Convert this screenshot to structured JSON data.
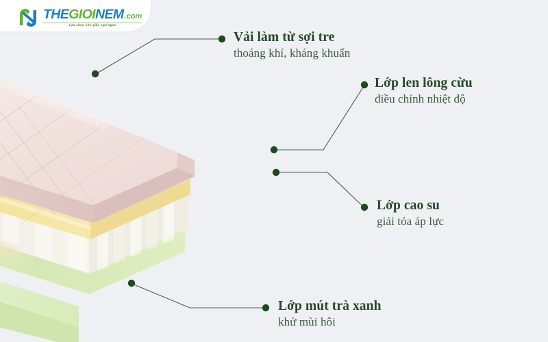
{
  "brand": {
    "mark_name": "thegioinem-n-logo",
    "word_the": "THEGIOI",
    "word_the_part1": "THE",
    "word_gioi": "GIOI",
    "word_nem": "NEM",
    "word_com": ".com",
    "tagline": "Lựa chọn cho giấc ngủ ngon",
    "green": "#5cb531",
    "blue": "#1d7ec4"
  },
  "diagram": {
    "type": "mattress-layer-cutaway",
    "accent": "#1d4a1f",
    "background": "#eff0f3",
    "layers": [
      {
        "id": "bamboo-fabric",
        "color": "#f2e3df",
        "side_color": "#e2cdc9"
      },
      {
        "id": "wool-layer",
        "color": "#f6e6a6",
        "side_color": "#ecd893"
      },
      {
        "id": "latex-layer",
        "color": "#f6f4ee",
        "side_color": "#e6e3d8"
      },
      {
        "id": "green-tea-foam",
        "color": "#d9ebba",
        "side_color": "#c3dca0"
      }
    ]
  },
  "callouts": [
    {
      "id": "bamboo-fabric",
      "title": "Vải làm từ sợi tre",
      "subtitle": "thoáng khí, kháng khuẩn"
    },
    {
      "id": "wool-layer",
      "title": "Lớp len lông cừu",
      "subtitle": "điều chỉnh nhiệt độ"
    },
    {
      "id": "latex-layer",
      "title": "Lớp cao su",
      "subtitle": "giải tỏa áp lực"
    },
    {
      "id": "green-tea-foam",
      "title": "Lớp mút trà xanh",
      "subtitle": "khử mùi hôi"
    }
  ]
}
